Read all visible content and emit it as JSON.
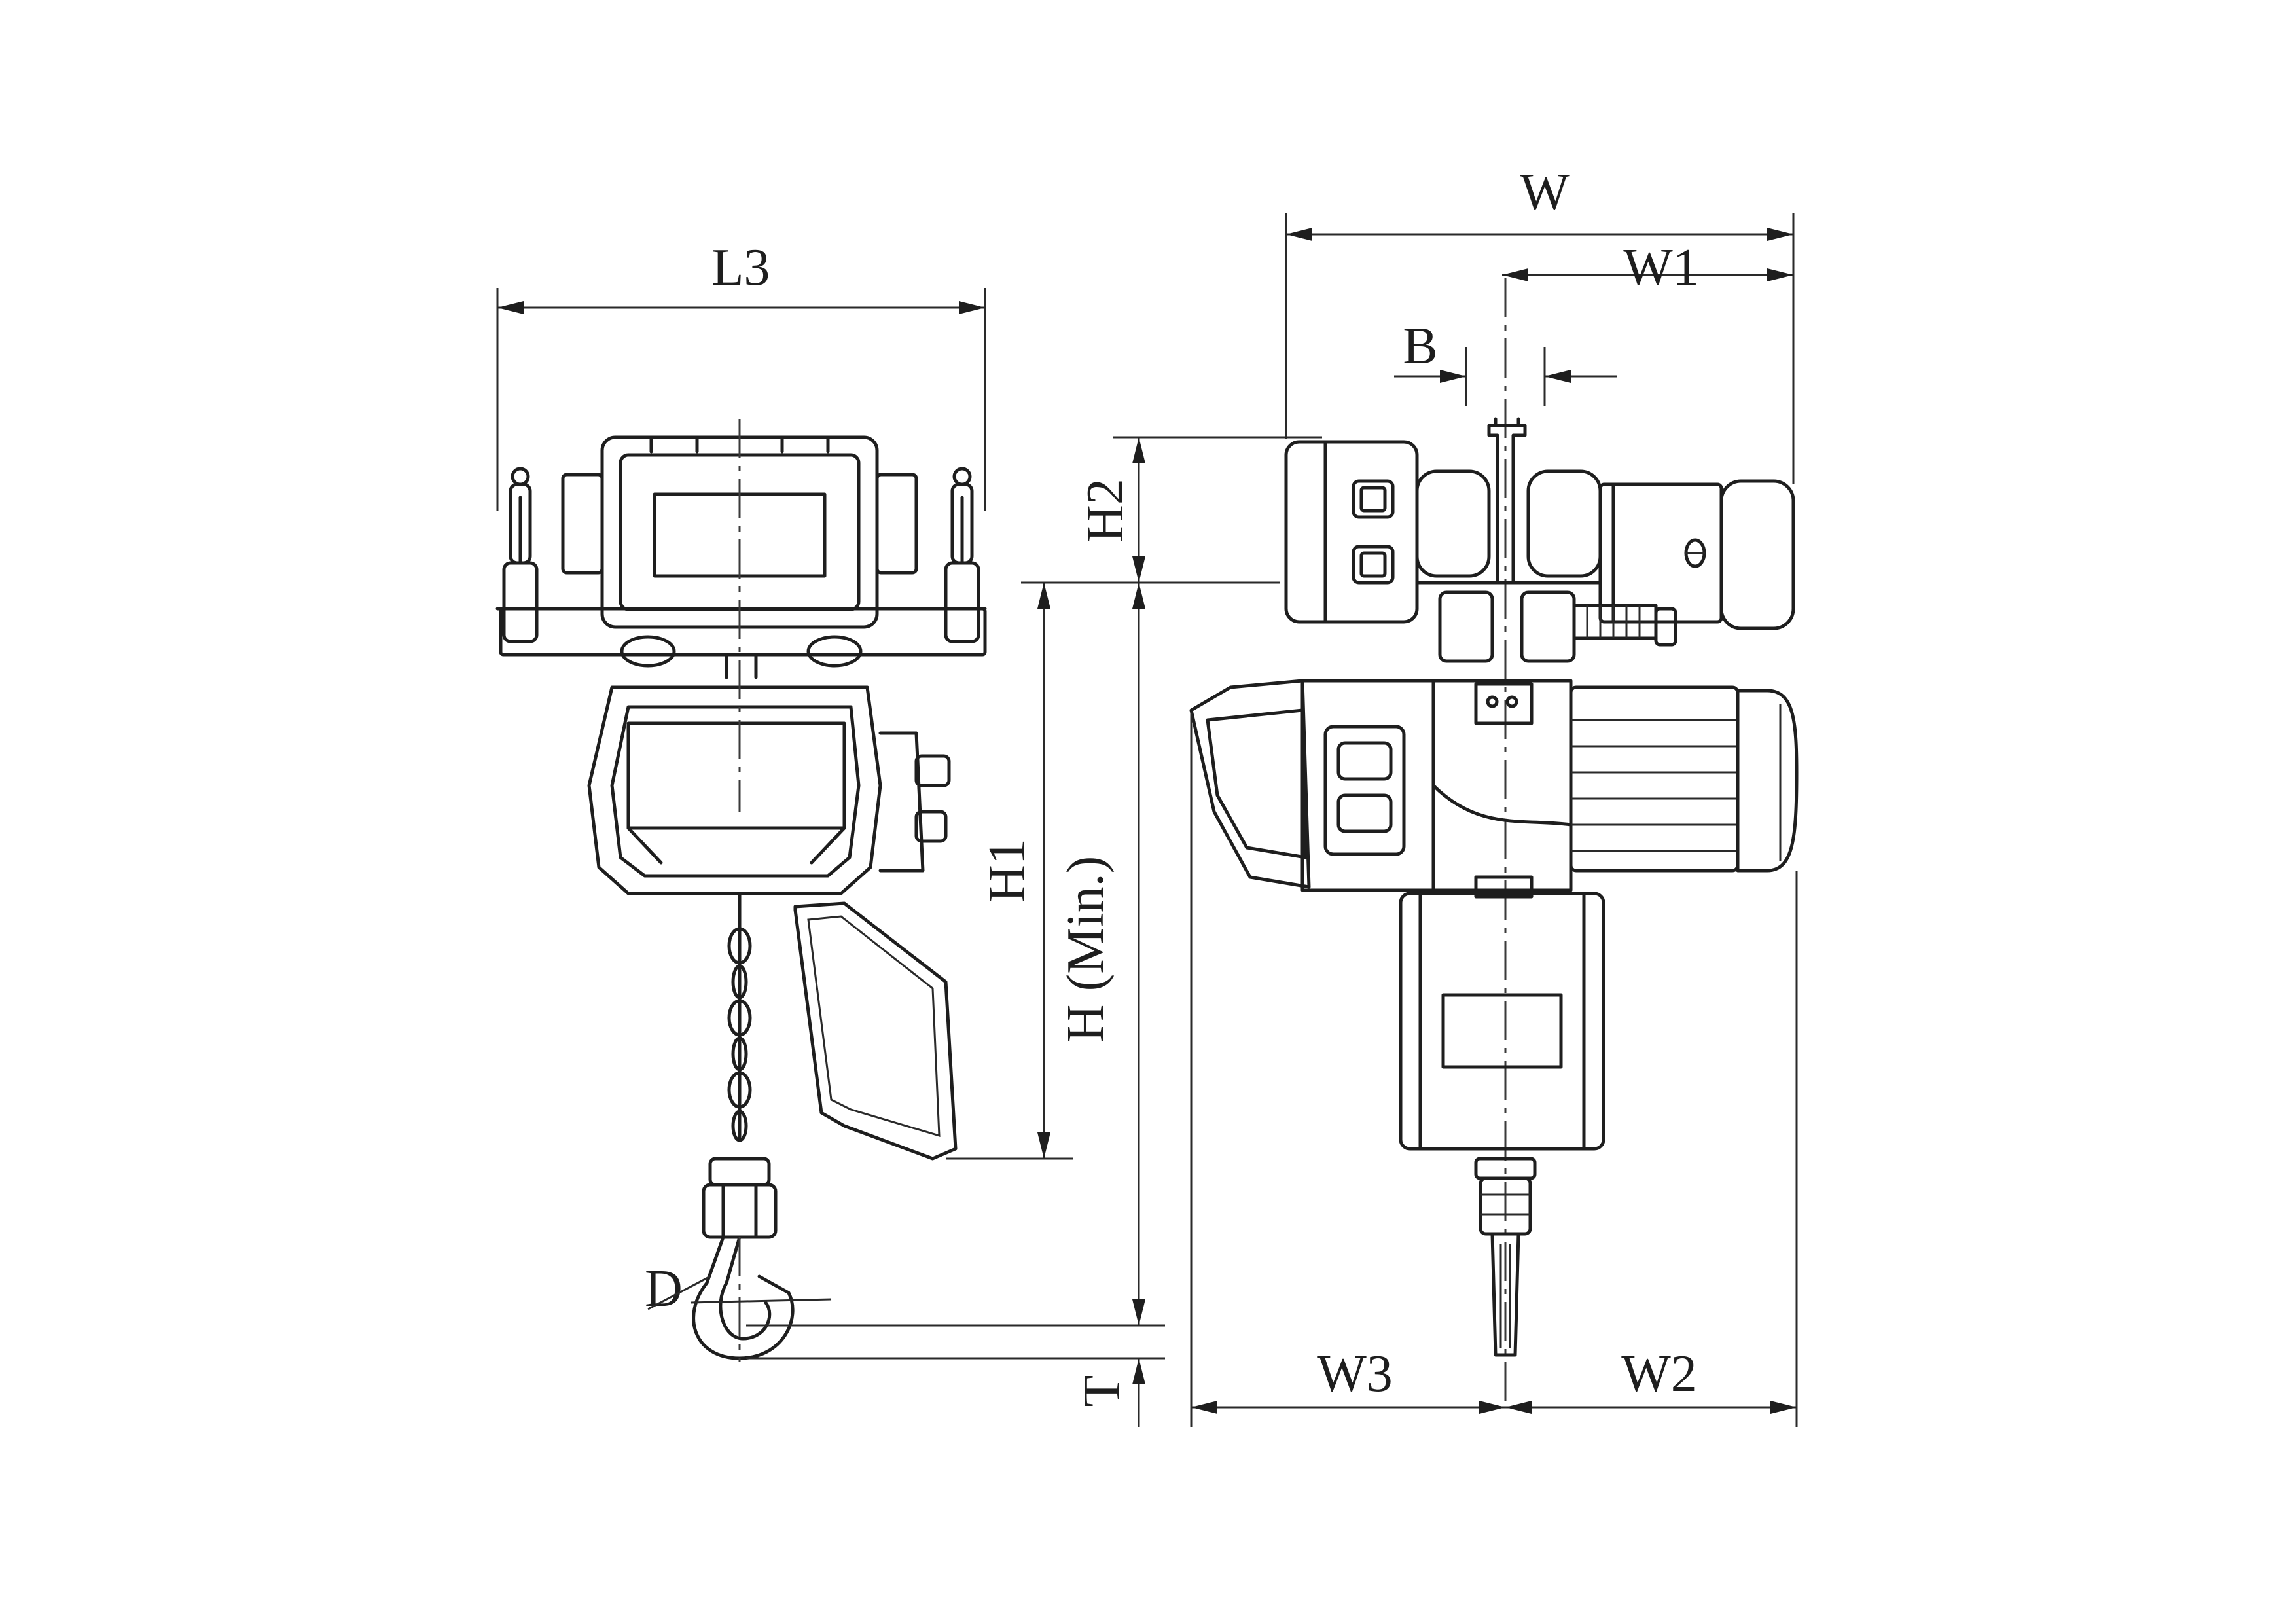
{
  "labels": {
    "L3": "L3",
    "W": "W",
    "W1": "W1",
    "B": "B",
    "H2": "H2",
    "H1": "H1",
    "H_min": "H (Min.)",
    "D": "D",
    "T": "T",
    "W3": "W3",
    "W2": "W2"
  },
  "colors": {
    "line": "#1e1e1e",
    "background": "#ffffff"
  }
}
